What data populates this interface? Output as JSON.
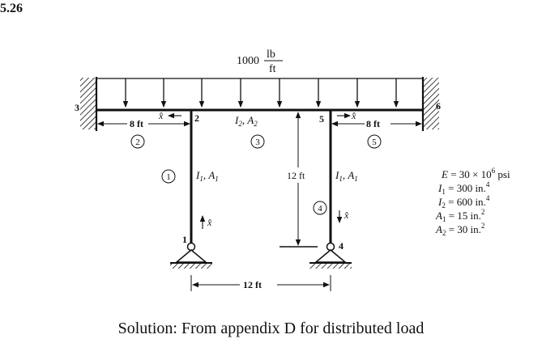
{
  "problem_number": "5.26",
  "load": {
    "magnitude": "1000",
    "unit_numerator": "lb",
    "unit_denominator": "ft"
  },
  "nodes": [
    "1",
    "2",
    "3",
    "4",
    "5",
    "6"
  ],
  "elements": [
    "1",
    "2",
    "3",
    "4",
    "5"
  ],
  "section_labels": {
    "columns": {
      "I": "I",
      "I_sub": "1",
      "A": "A",
      "A_sub": "1"
    },
    "beam": {
      "I": "I",
      "I_sub": "2",
      "A": "A",
      "A_sub": "2"
    }
  },
  "local_axis_label": "x̂",
  "dimensions": {
    "left_overhang": "8 ft",
    "right_overhang": "8 ft",
    "height": "12 ft",
    "span": "12 ft"
  },
  "properties": [
    {
      "symbol": "E",
      "sub": "",
      "value": "30 × 10",
      "sup": "6",
      "unit": "psi"
    },
    {
      "symbol": "I",
      "sub": "1",
      "value": "300 in.",
      "sup": "4",
      "unit": ""
    },
    {
      "symbol": "I",
      "sub": "2",
      "value": "600 in.",
      "sup": "4",
      "unit": ""
    },
    {
      "symbol": "A",
      "sub": "1",
      "value": "15 in.",
      "sup": "2",
      "unit": ""
    },
    {
      "symbol": "A",
      "sub": "2",
      "value": "30 in.",
      "sup": "2",
      "unit": ""
    }
  ],
  "caption": "Solution: From appendix D for distributed load"
}
